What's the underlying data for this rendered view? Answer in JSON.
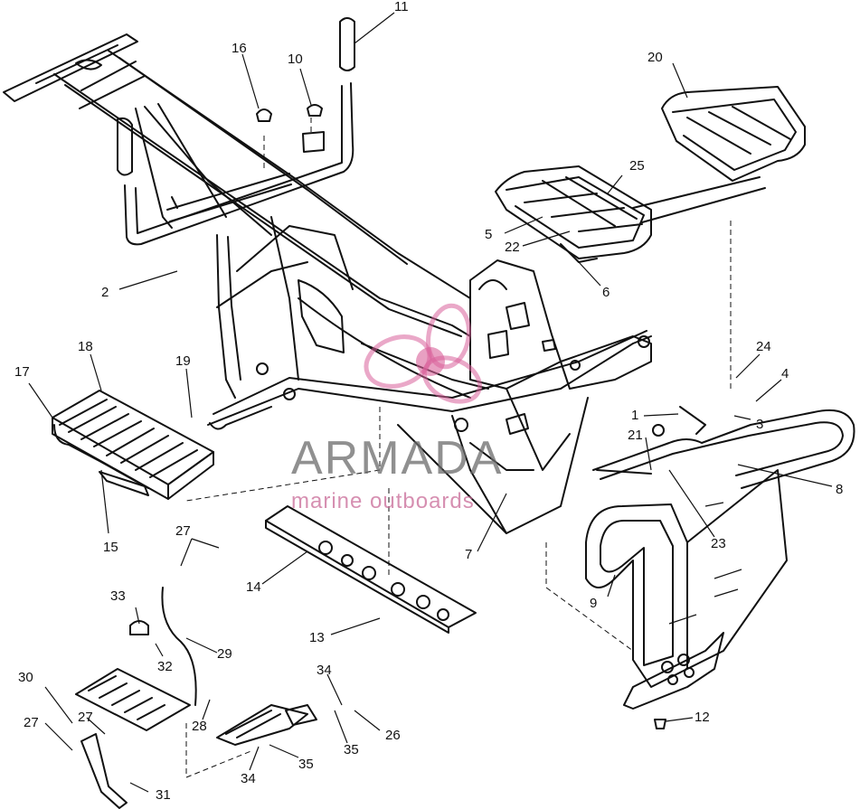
{
  "diagram": {
    "labels": [
      {
        "id": "11",
        "text": "11"
      },
      {
        "id": "16",
        "text": "16"
      },
      {
        "id": "10",
        "text": "10"
      },
      {
        "id": "20",
        "text": "20"
      },
      {
        "id": "25",
        "text": "25"
      },
      {
        "id": "5",
        "text": "5"
      },
      {
        "id": "22",
        "text": "22"
      },
      {
        "id": "6",
        "text": "6"
      },
      {
        "id": "2",
        "text": "2"
      },
      {
        "id": "18",
        "text": "18"
      },
      {
        "id": "19",
        "text": "19"
      },
      {
        "id": "17",
        "text": "17"
      },
      {
        "id": "15",
        "text": "15"
      },
      {
        "id": "24",
        "text": "24"
      },
      {
        "id": "4",
        "text": "4"
      },
      {
        "id": "3",
        "text": "3"
      },
      {
        "id": "1",
        "text": "1"
      },
      {
        "id": "21",
        "text": "21"
      },
      {
        "id": "8",
        "text": "8"
      },
      {
        "id": "23",
        "text": "23"
      },
      {
        "id": "9",
        "text": "9"
      },
      {
        "id": "7",
        "text": "7"
      },
      {
        "id": "14",
        "text": "14"
      },
      {
        "id": "13",
        "text": "13"
      },
      {
        "id": "27a",
        "text": "27"
      },
      {
        "id": "33",
        "text": "33"
      },
      {
        "id": "32",
        "text": "32"
      },
      {
        "id": "29",
        "text": "29"
      },
      {
        "id": "30",
        "text": "30"
      },
      {
        "id": "27b",
        "text": "27"
      },
      {
        "id": "27c",
        "text": "27"
      },
      {
        "id": "28",
        "text": "28"
      },
      {
        "id": "34a",
        "text": "34"
      },
      {
        "id": "26",
        "text": "26"
      },
      {
        "id": "35a",
        "text": "35"
      },
      {
        "id": "35b",
        "text": "35"
      },
      {
        "id": "34b",
        "text": "34"
      },
      {
        "id": "31",
        "text": "31"
      },
      {
        "id": "12",
        "text": "12"
      }
    ]
  },
  "watermark": {
    "brand": "ARMADA",
    "tagline": "marine outboards",
    "logo_icon": "propeller-logo-icon",
    "color": "#d9609a"
  }
}
